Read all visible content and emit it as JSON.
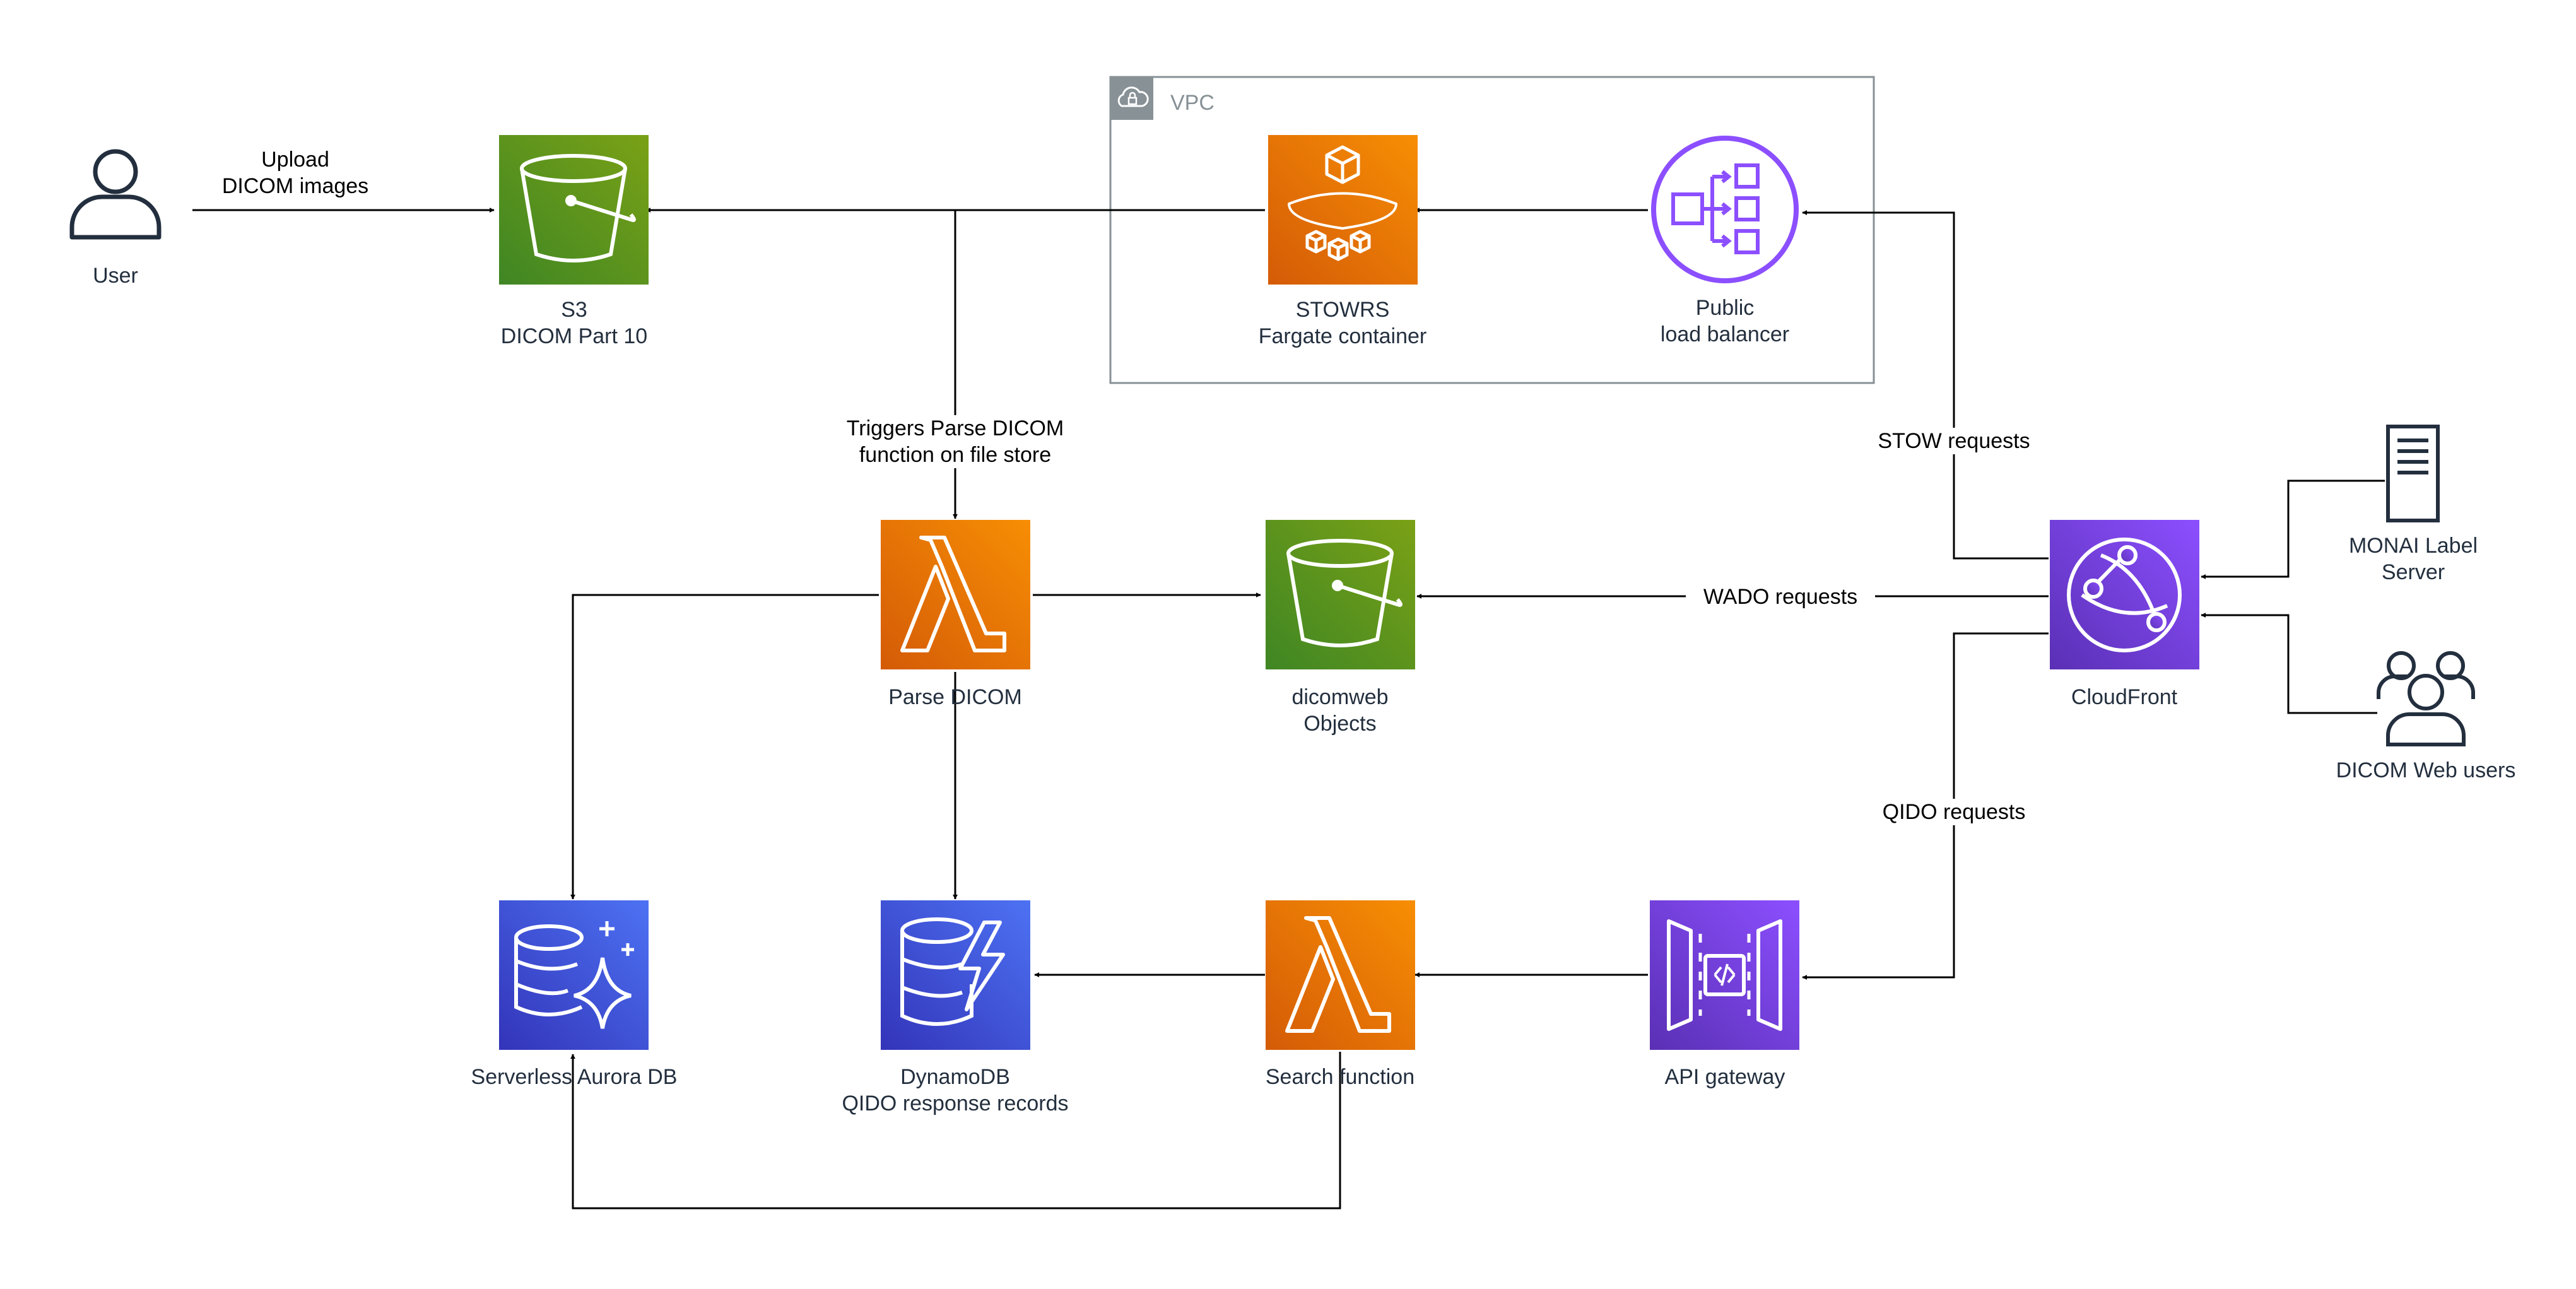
{
  "vpc": {
    "label": "VPC"
  },
  "nodes": {
    "user": {
      "lines": [
        "User"
      ],
      "icon": "user-icon"
    },
    "s3": {
      "lines": [
        "S3",
        "DICOM Part 10"
      ],
      "icon": "s3-bucket-icon"
    },
    "stowrs": {
      "lines": [
        "STOWRS",
        "Fargate container"
      ],
      "icon": "fargate-icon"
    },
    "lb": {
      "lines": [
        "Public",
        "load balancer"
      ],
      "icon": "load-balancer-icon"
    },
    "parse": {
      "lines": [
        "Parse DICOM"
      ],
      "icon": "lambda-icon"
    },
    "objects": {
      "lines": [
        "dicomweb",
        "Objects"
      ],
      "icon": "s3-bucket-icon"
    },
    "aurora": {
      "lines": [
        "Serverless Aurora DB"
      ],
      "icon": "aurora-icon"
    },
    "dynamo": {
      "lines": [
        "DynamoDB",
        "QIDO response records"
      ],
      "icon": "dynamodb-icon"
    },
    "search": {
      "lines": [
        "Search function"
      ],
      "icon": "lambda-icon"
    },
    "apigw": {
      "lines": [
        "API gateway"
      ],
      "icon": "api-gateway-icon"
    },
    "cloudfront": {
      "lines": [
        "CloudFront"
      ],
      "icon": "cloudfront-icon"
    },
    "monai": {
      "lines": [
        "MONAI Label",
        "Server"
      ],
      "icon": "server-icon"
    },
    "webusers": {
      "lines": [
        "DICOM Web users"
      ],
      "icon": "users-icon"
    }
  },
  "edges": {
    "upload": {
      "lines": [
        "Upload",
        "DICOM images"
      ]
    },
    "triggers": {
      "lines": [
        "Triggers Parse DICOM",
        "function on file store"
      ]
    },
    "stow": {
      "lines": [
        "STOW requests"
      ]
    },
    "wado": {
      "lines": [
        "WADO requests"
      ]
    },
    "qido": {
      "lines": [
        "QIDO  requests"
      ]
    }
  },
  "colors": {
    "storage_green": "#3f8624",
    "storage_green_light": "#7aa116",
    "compute_orange": "#d45b07",
    "compute_orange_light": "#f78e04",
    "database_blue": "#3334b9",
    "database_blue_light": "#4d72f3",
    "network_purple": "#8c4fff",
    "network_purple_dark": "#5a30b5",
    "ink": "#232f3e",
    "vpc_border": "#879196"
  }
}
